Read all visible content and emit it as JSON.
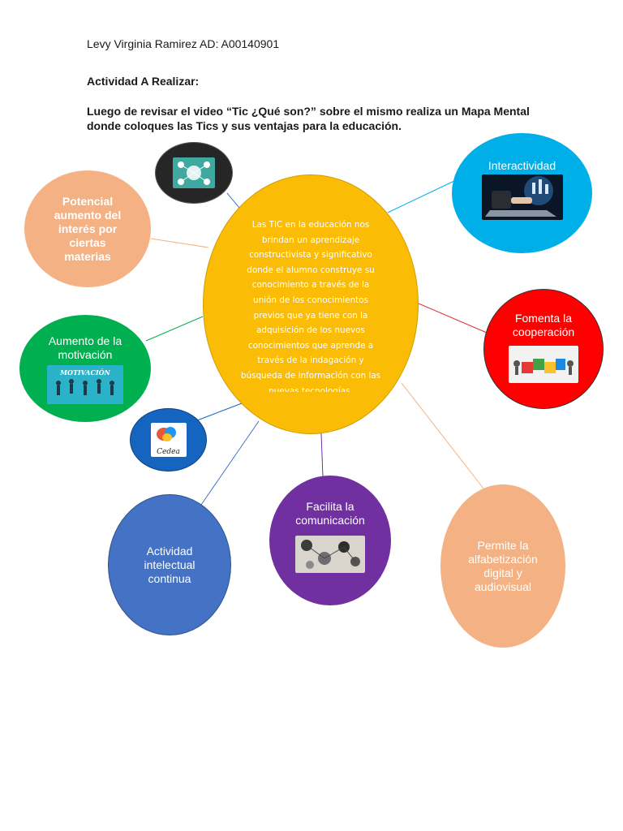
{
  "header": {
    "author": "Levy Virginia Ramirez AD: A00140901",
    "activity_title": "Actividad A Realizar:",
    "instructions": "Luego de revisar el video “Tic ¿Qué son?” sobre el mismo realiza un Mapa Mental donde coloques las Tics y sus ventajas para la educación."
  },
  "mind_map": {
    "center": "Las TIC en la educación nos brindan un aprendizaje constructivista y significativo donde el alumno construye su conocimiento a través de la unión de los conocimientos previos que ya tiene con la adquisición de los nuevos conocimientos que aprende a través de la indagación y búsqueda de información con las nuevas tecnologías.",
    "nodes": {
      "interactividad": "Interactividad",
      "cooperacion": "Fomenta la cooperación",
      "potencial": "Potencial aumento del interés por ciertas materias",
      "motivacion": "Aumento de la motivación",
      "motivacion_image_text": "MOTIVACIÓN",
      "actividad": "Actividad intelectual continua",
      "comunicacion": "Facilita la comunicación",
      "alfabetizacion": "Permite la alfabetización digital y audiovisual",
      "cedea_image_text": "Cedea"
    },
    "colors": {
      "center": "#fbbc05",
      "interactividad": "#00aee8",
      "cooperacion": "#ff0000",
      "potencial": "#f4b183",
      "motivacion": "#00b050",
      "actividad": "#4472c4",
      "comunicacion": "#7030a0",
      "alfabetizacion": "#f4b183",
      "top_image": "#262626",
      "cedea": "#1565c0"
    },
    "icons": [
      "network-icon",
      "laptop-touch-icon",
      "puzzle-icon",
      "people-jumping-icon",
      "brain-icon",
      "collage-icon"
    ]
  }
}
